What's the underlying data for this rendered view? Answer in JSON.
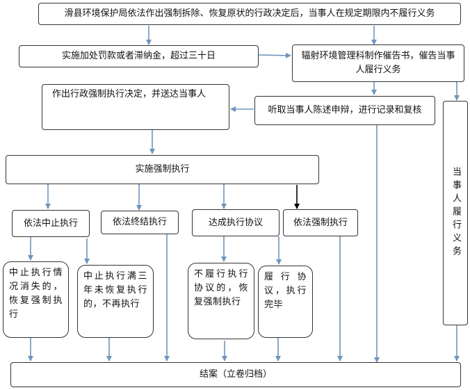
{
  "flowchart": {
    "nodes": {
      "start": "滑县环境保护局依法作出强制拆除、恢复原状的行政决定后，当事人在规定期限内不履行义务",
      "penalty": "实施加处罚款或者滞纳金，超过三十日",
      "notice": "辐射环境管理科制作催告书，催告当事人履行义务",
      "decision": "作出行政强制执行决定，并送达当事人",
      "hearing": "听取当事人陈述申辩，进行记录和复核",
      "comply": "当事人履行义务",
      "enforce": "实施强制执行",
      "suspend": "依法中止执行",
      "terminate": "依法终结执行",
      "agreement": "达成执行协议",
      "force": "依法强制执行",
      "suspend_resume": "中止执行情况消失的，恢复强制执行",
      "suspend_3yr": "中止执行满三年未恢复执行的，不再执行",
      "breach": "不履行执行协议的，恢复强制执行",
      "fulfilled": "履行协议，执行完毕",
      "close": "结案（立卷归档）"
    },
    "colors": {
      "arrow": "#6f95bd",
      "black_arrow": "#000000",
      "border": "#333333"
    }
  }
}
